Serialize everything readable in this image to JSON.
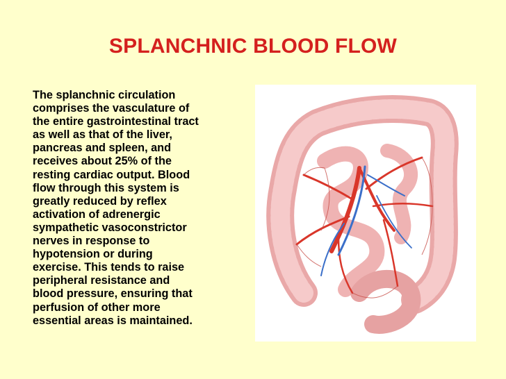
{
  "slide": {
    "title": "SPLANCHNIC BLOOD FLOW",
    "body": "The splanchnic circulation\ncomprises the vasculature of\nthe entire gastrointestinal tract\nas well as that of the liver,\npancreas and spleen, and\nreceives about 25% of the\nresting cardiac output. Blood\nflow through this system is\ngreatly reduced by reflex\nactivation of adrenergic\nsympathetic vasoconstrictor\nnerves in response to\nhypotension or during\nexercise. This tends to raise\nperipheral resistance and\nblood pressure, ensuring that\nperfusion of other more\nessential areas is maintained."
  },
  "colors": {
    "background": "#ffffcc",
    "title": "#d4201e",
    "text": "#000000",
    "intestine": "#f0b8b8",
    "artery": "#d9362a",
    "vein": "#3b6fc9"
  },
  "illustration": {
    "icon": "intestine-vasculature-illustration"
  }
}
